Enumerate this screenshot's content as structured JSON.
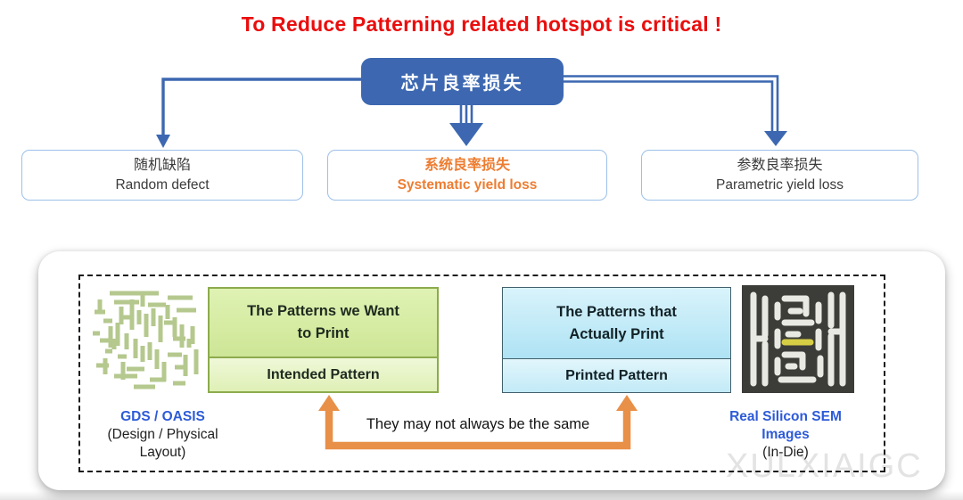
{
  "colors": {
    "title_red": "#ea0d0d",
    "flow_blue": "#3d68b1",
    "box_border_blue": "#9cc0e8",
    "text_dark": "#3b3b3b",
    "orange": "#ED7D31",
    "arrow_orange": "#e89048",
    "green_border": "#8cab4d",
    "label_blue": "#2d5bd8",
    "watermark_gray": "#e3e3e3",
    "sem_highlight": "#d6cf45"
  },
  "header": {
    "title": "To Reduce Patterning related hotspot is critical !"
  },
  "flowchart": {
    "root": "芯片良率损失",
    "children": [
      {
        "zh": "随机缺陷",
        "en": "Random defect"
      },
      {
        "zh": "系统良率损失",
        "en": "Systematic yield loss"
      },
      {
        "zh": "参数良率损失",
        "en": "Parametric yield loss"
      }
    ]
  },
  "panel": {
    "intended": {
      "line_prefix": "The Patterns we",
      "bold": "Want",
      "line_suffix": "to Print",
      "label": "Intended Pattern"
    },
    "printed": {
      "line_prefix": "The Patterns that",
      "bold": "Actually",
      "line_suffix": "Print",
      "label": "Printed Pattern"
    },
    "left_caption": {
      "title": "GDS / OASIS",
      "sub_line1": "(Design / Physical",
      "sub_line2": "Layout)"
    },
    "right_caption": {
      "title_line1": "Real Silicon SEM",
      "title_line2": "Images",
      "sub": "(In-Die)"
    },
    "note": "They may not always be the same",
    "watermark": "XULXIAIGC"
  }
}
